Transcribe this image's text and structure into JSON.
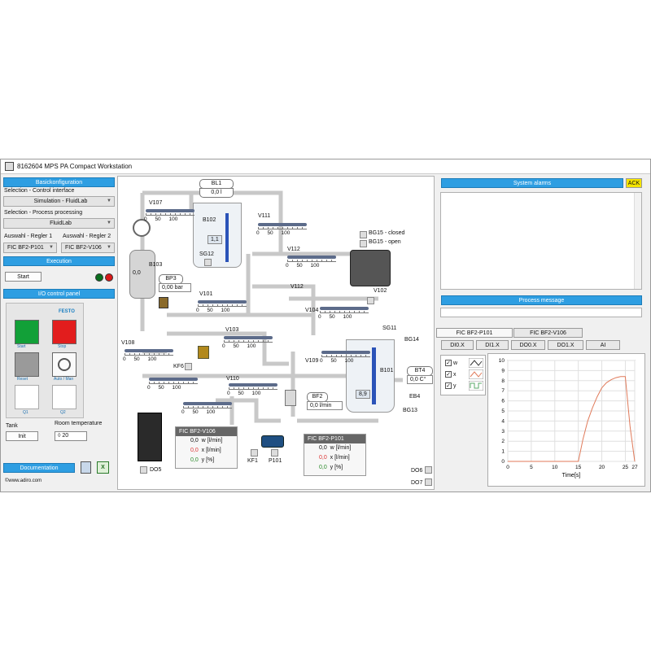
{
  "window": {
    "title": "8162604 MPS PA Compact Workstation"
  },
  "left": {
    "basic_header": "Basickonfiguration",
    "selection_control_label": "Selection - Control interface",
    "selection_control_value": "Simulation - FluidLab",
    "selection_process_label": "Selection - Process processing",
    "selection_process_value": "FluidLab",
    "regler1_label": "Auswahl - Regler 1",
    "regler2_label": "Auswahl - Regler 2",
    "regler1_value": "FIC BF2-P101",
    "regler2_value": "FIC BF2-V106",
    "execution_header": "Execution",
    "start_label": "Start",
    "io_header": "I/O control panel",
    "festo_logo": "FESTO",
    "start_btn_caption": "Start",
    "stop_btn_caption": "Stop",
    "reset_btn_caption": "Reset",
    "automan_caption": "Auto / Man",
    "q1_caption": "Q1",
    "q2_caption": "Q2",
    "tank_label": "Tank",
    "init_label": "Init",
    "room_temp_label": "Room temperature",
    "room_temp_value": "20",
    "documentation_label": "Documentation",
    "copyright": "©www.adiro.com"
  },
  "process": {
    "bl1_tag": "BL1",
    "bl1_value": "0,0 l",
    "b102": "B102",
    "b102_level": "1,1",
    "sg12": "SG12",
    "b103": "B103",
    "b103_level": "0,0",
    "bp3_tag": "BP3",
    "bp3_value": "0,00 bar",
    "b101": "B101",
    "b101_level": "8,9",
    "bt4_tag": "BT4",
    "bt4_value": "0,0 C°",
    "bf2_tag": "BF2",
    "bf2_value": "0,0 l/min",
    "bg15_closed": "BG15 - closed",
    "bg15_open": "BG15 - open",
    "labels": {
      "v107": "V107",
      "v111": "V111",
      "v112a": "V112",
      "v112b": "V112",
      "v101": "V101",
      "v102": "V102",
      "v103": "V103",
      "v104": "V104",
      "v108": "V108",
      "v109": "V109",
      "v110": "V110",
      "kf6": "KF6",
      "sg11": "SG11",
      "bg14": "BG14",
      "eb4": "EB4",
      "bg13": "BG13",
      "do5": "DO5",
      "do6": "DO6",
      "do7": "DO7",
      "kf1": "KF1",
      "p101": "P101"
    },
    "scale_0": "0",
    "scale_50": "50",
    "scale_100": "100",
    "ctrl1": {
      "title": "FIC BF2-V106",
      "w_val": "0,0",
      "w_label": "w [l/min]",
      "x_val": "0,0",
      "x_label": "x [l/min]",
      "y_val": "0,0",
      "y_label": "y [%]"
    },
    "ctrl2": {
      "title": "FIC BF2-P101",
      "w_val": "0,0",
      "w_label": "w [l/min]",
      "x_val": "0,0",
      "x_label": "x [l/min]",
      "y_val": "0,0",
      "y_label": "y [%]"
    }
  },
  "right": {
    "alarms_header": "System alarms",
    "ack_label": "ACK",
    "process_msg_header": "Process message",
    "tab1": "FIC BF2-P101",
    "tab2": "FIC BF2-V106",
    "btn_di0x": "DI0.X",
    "btn_di1x": "DI1.X",
    "btn_do0x": "DO0.X",
    "btn_do1x": "DO1.X",
    "btn_ai": "AI",
    "legend_w": "w",
    "legend_x": "x",
    "legend_y": "y",
    "check_mark": "✓"
  },
  "colors": {
    "accent_blue": "#2e9ee2",
    "ack_yellow": "#f5e400",
    "plot_line": "#e07a5a"
  },
  "chart_data": {
    "type": "line",
    "title": "",
    "xlabel": "Time[s]",
    "ylabel": "",
    "xlim": [
      0,
      27
    ],
    "ylim": [
      0,
      10
    ],
    "xticks": [
      "0",
      "5",
      "10",
      "15",
      "20",
      "25",
      "27"
    ],
    "yticks": [
      "0",
      "1",
      "2",
      "3",
      "4",
      "5",
      "6",
      "7",
      "8",
      "9",
      "10"
    ],
    "grid": true,
    "series": [
      {
        "name": "x",
        "x": [
          0,
          15,
          16,
          17,
          18,
          19,
          20,
          21,
          22,
          23,
          24,
          25,
          26,
          27
        ],
        "y": [
          0,
          0,
          2.2,
          4.0,
          5.3,
          6.4,
          7.3,
          7.8,
          8.1,
          8.3,
          8.4,
          8.4,
          3.5,
          0
        ]
      }
    ]
  }
}
